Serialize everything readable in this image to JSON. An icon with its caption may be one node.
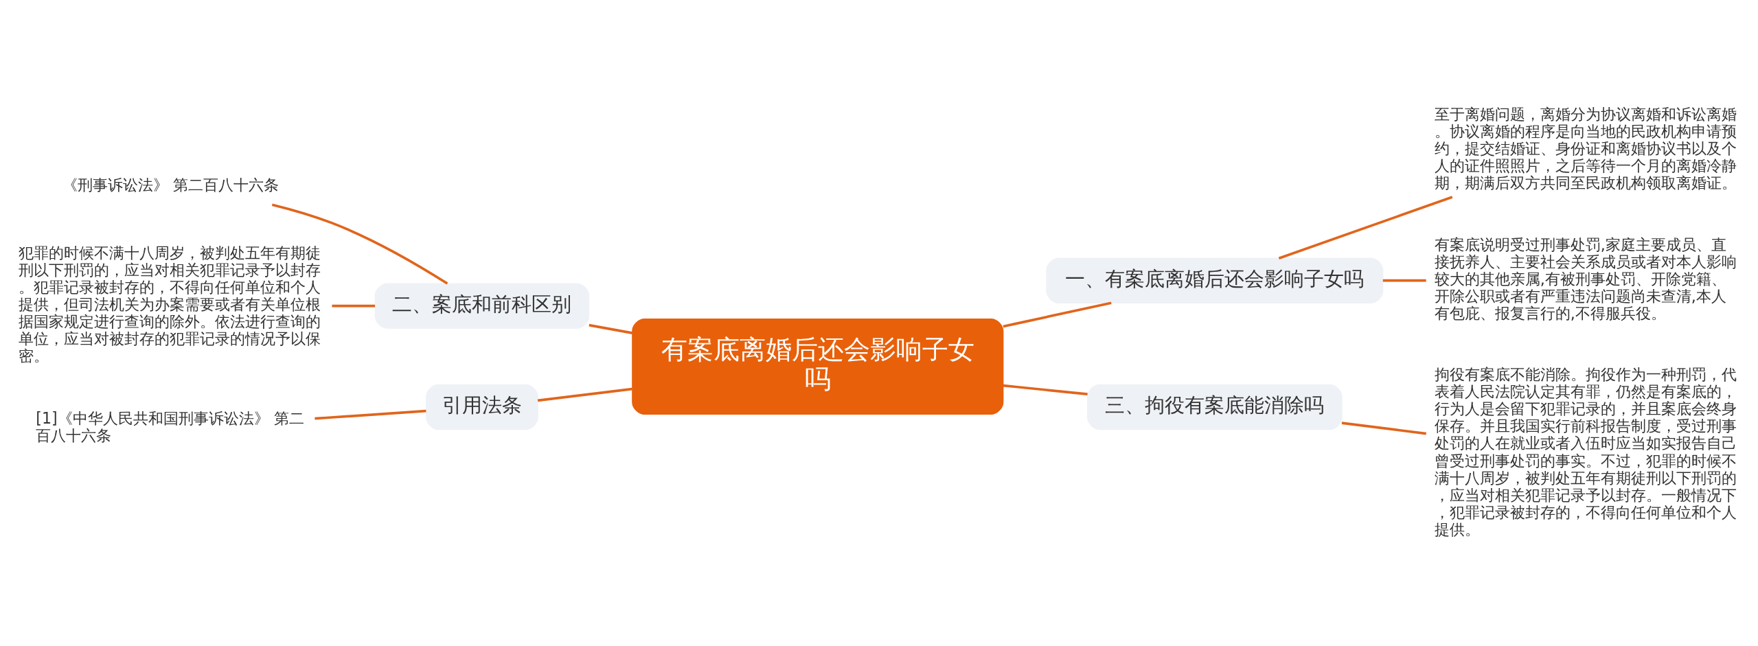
{
  "diagram": {
    "nodes": [
      {
        "text": [
          "有案底离婚后还会影响子女吗"
        ]
      },
      {
        "text": [
          "二、案底和前科区别"
        ]
      },
      {
        "text": [
          "《刑事诉讼法》 第二百八十六条"
        ]
      },
      {
        "text": [
          "犯罪的时候不满十八周岁，被判处五年有期徒刑以下刑罚的，应当对相关犯罪记录予以封存。犯罪记录被封存的，不得向任何单位和个人提供，但司法机关为办案需要或者有关单位根据国家规定进行查询的除外。依法进行查询的单位，应当对被封存的犯罪记录的情况予以保密。"
        ]
      },
      {
        "text": [
          "引用法条"
        ]
      },
      {
        "text": [
          "[1]《中华人民共和国刑事诉讼法》 第二百八十六条"
        ]
      },
      {
        "text": [
          "一、有案底离婚后还会影响子女吗"
        ]
      },
      {
        "text": [
          "至于离婚问题，离婚分为协议离婚和诉讼离婚。协议离婚的程序是向当地的民政机构申请预约，提交结婚证、身份证和离婚协议书以及个人的证件照照片，之后等待一个月的离婚冷静期，期满后双方共同至民政机构领取离婚证。"
        ]
      },
      {
        "text": [
          "有案底说明受过刑事处罚,家庭主要成员、直接抚养人、主要社会关系成员或者对本人影响较大的其他亲属,有被刑事处罚、开除党籍、开除公职或者有严重违法问题尚未查清,本人有包庇、报复言行的,不得服兵役。"
        ]
      },
      {
        "text": [
          "三、拘役有案底能消除吗"
        ]
      },
      {
        "text": [
          "拘役有案底不能消除。拘役作为一种刑罚，代表着人民法院认定其有罪，仍然是有案底的，行为人是会留下犯罪记录的，并且案底会终身保存。并且我国实行前科报告制度，受过刑事处罚的人在就业或者入伍时应当如实报告自己曾受过刑事处罚的事实。不过，犯罪的时候不满十八周岁，被判处五年有期徒刑以下刑罚的，应当对相关犯罪记录予以封存。一般情况下，犯罪记录被封存的，不得向任何单位和个人提供。"
        ]
      }
    ],
    "edges": [
      {
        "from": 0,
        "to": 1,
        "arrow": "none"
      },
      {
        "from": 1,
        "to": 2,
        "arrow": "none"
      },
      {
        "from": 1,
        "to": 3,
        "arrow": "none"
      },
      {
        "from": 0,
        "to": 4,
        "arrow": "none"
      },
      {
        "from": 4,
        "to": 5,
        "arrow": "none"
      },
      {
        "from": 0,
        "to": 6,
        "arrow": "none"
      },
      {
        "from": 6,
        "to": 7,
        "arrow": "none"
      },
      {
        "from": 6,
        "to": 8,
        "arrow": "none"
      },
      {
        "from": 0,
        "to": 9,
        "arrow": "none"
      },
      {
        "from": 9,
        "to": 10,
        "arrow": "none"
      }
    ]
  }
}
